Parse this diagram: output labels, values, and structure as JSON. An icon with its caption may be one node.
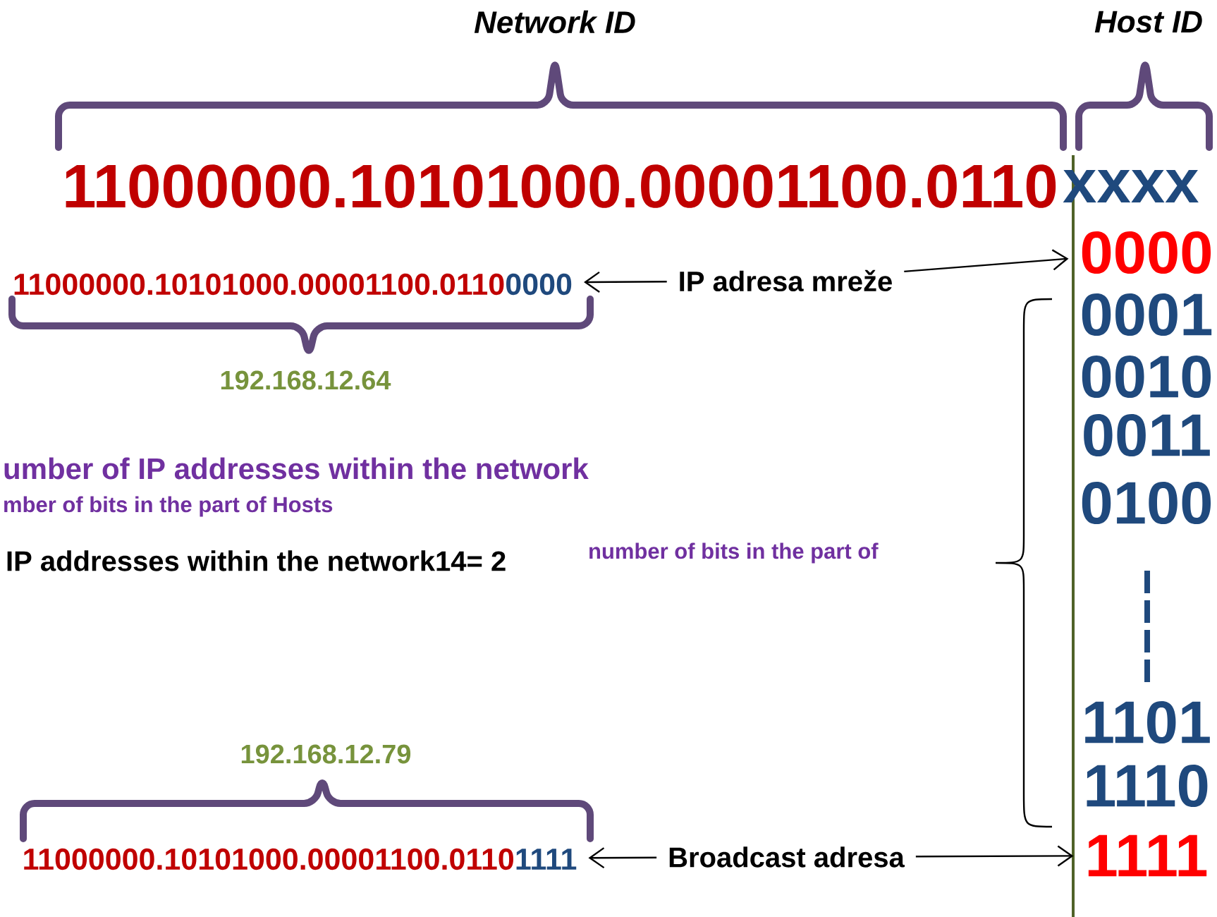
{
  "diagram": {
    "nodes": [
      {
        "text": [
          "11000000.10101000.00001100.0110",
          "0000"
        ]
      },
      {
        "text": [
          "IP adresa mreže"
        ]
      },
      {
        "text": [
          "0000"
        ]
      },
      {
        "text": [
          "11000000.10101000.00001100.0110",
          "1111"
        ]
      },
      {
        "text": [
          "Broadcast adresa"
        ]
      },
      {
        "text": [
          "1111"
        ]
      }
    ],
    "edges": [
      {
        "from": 1,
        "to": 0,
        "arrow": "to"
      },
      {
        "from": 1,
        "to": 2,
        "arrow": "to"
      },
      {
        "from": 4,
        "to": 3,
        "arrow": "to"
      },
      {
        "from": 4,
        "to": 5,
        "arrow": "to"
      }
    ],
    "labels": [
      "Network ID",
      "Host ID",
      "11000000.10101000.00001100.0110",
      "xxxx",
      "0001",
      "0010",
      "0011",
      "0100",
      "192.168.12.64",
      "umber of IP addresses within the network",
      "mber of bits in the part of Hosts",
      "IP addresses within the network14= 2",
      "number of bits in the part of",
      "1101",
      "1110",
      "192.168.12.79"
    ]
  }
}
